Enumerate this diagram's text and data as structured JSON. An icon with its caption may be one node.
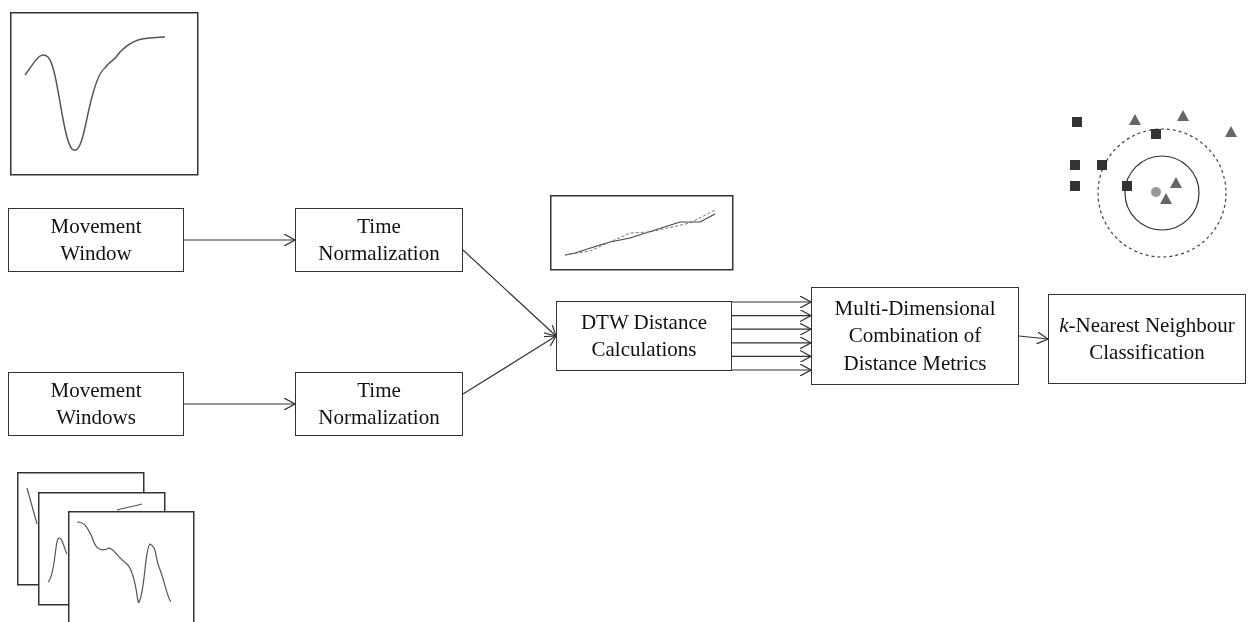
{
  "diagram": {
    "nodes": [
      {
        "text": [
          "Movement Window"
        ]
      },
      {
        "text": [
          "Time Normalization"
        ]
      },
      {
        "text": [
          "Movement Windows"
        ]
      },
      {
        "text": [
          "Time Normalization"
        ]
      },
      {
        "text": [
          "DTW Distance Calculations"
        ]
      },
      {
        "text": [
          "Multi-Dimensional Combination of Distance Metrics"
        ]
      },
      {
        "text": [
          "*k*-Nearest Neighbour Classification"
        ]
      }
    ],
    "edges": [
      {
        "from": 0,
        "to": 1,
        "arrow": "to"
      },
      {
        "from": 2,
        "to": 3,
        "arrow": "to"
      },
      {
        "from": 1,
        "to": 4,
        "arrow": "to"
      },
      {
        "from": 3,
        "to": 4,
        "arrow": "to"
      },
      {
        "from": 4,
        "to": 5,
        "arrow": "to"
      },
      {
        "from": 4,
        "to": 5,
        "arrow": "to"
      },
      {
        "from": 4,
        "to": 5,
        "arrow": "to"
      },
      {
        "from": 4,
        "to": 5,
        "arrow": "to"
      },
      {
        "from": 4,
        "to": 5,
        "arrow": "to"
      },
      {
        "from": 4,
        "to": 5,
        "arrow": "to"
      },
      {
        "from": 5,
        "to": 6,
        "arrow": "to"
      }
    ]
  }
}
